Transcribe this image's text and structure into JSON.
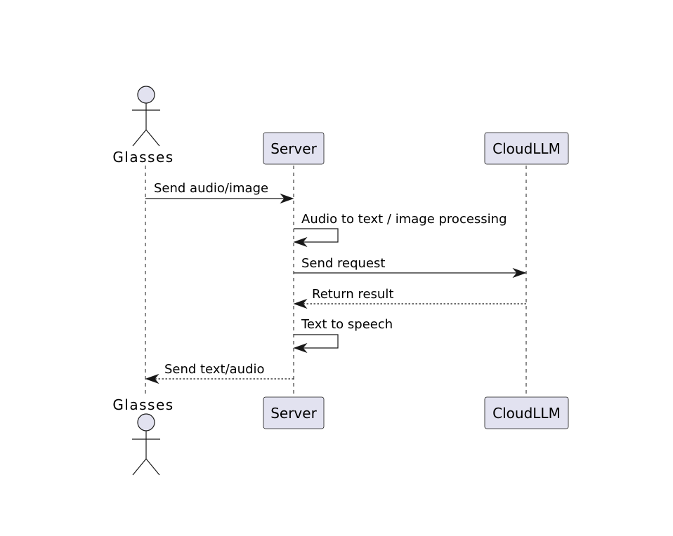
{
  "participants": {
    "glasses": {
      "label": "Glasses",
      "kind": "actor"
    },
    "server": {
      "label": "Server",
      "kind": "participant"
    },
    "cloud": {
      "label": "CloudLLM",
      "kind": "participant"
    }
  },
  "messages": [
    {
      "from": "glasses",
      "to": "server",
      "label": "Send audio/image",
      "style": "solid"
    },
    {
      "from": "server",
      "to": "server",
      "label": "Audio to text / image processing",
      "style": "solid"
    },
    {
      "from": "server",
      "to": "cloud",
      "label": "Send request",
      "style": "solid"
    },
    {
      "from": "cloud",
      "to": "server",
      "label": "Return result",
      "style": "dashed"
    },
    {
      "from": "server",
      "to": "server",
      "label": "Text to speech",
      "style": "solid"
    },
    {
      "from": "server",
      "to": "glasses",
      "label": "Send text/audio",
      "style": "dashed"
    }
  ],
  "colors": {
    "participant_fill": "#e2e2f0",
    "line": "#181818",
    "background": "#ffffff"
  }
}
